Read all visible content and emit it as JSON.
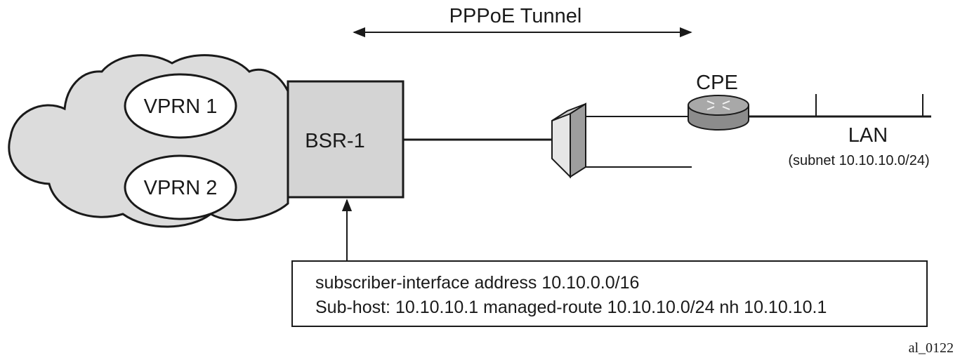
{
  "tunnel": {
    "label": "PPPoE Tunnel"
  },
  "cloud": {
    "vprns": [
      {
        "label": "VPRN 1"
      },
      {
        "label": "VPRN 2"
      }
    ]
  },
  "bsr": {
    "label": "BSR-1"
  },
  "cpe": {
    "label": "CPE"
  },
  "lan": {
    "label": "LAN",
    "subnet": "(subnet 10.10.10.0/24)"
  },
  "config_box": {
    "lines": [
      "subscriber-interface address 10.10.0.0/16",
      "Sub-host: 10.10.10.1 managed-route 10.10.10.0/24 nh 10.10.10.1"
    ]
  },
  "figure_id": "al_0122",
  "colors": {
    "outline": "#1a1a1a",
    "cloud_fill": "#dcdcdc",
    "bsr_fill": "#d4d4d4",
    "router_fill": "#9a9a9a",
    "switch_fill": "#bdbdbd"
  }
}
